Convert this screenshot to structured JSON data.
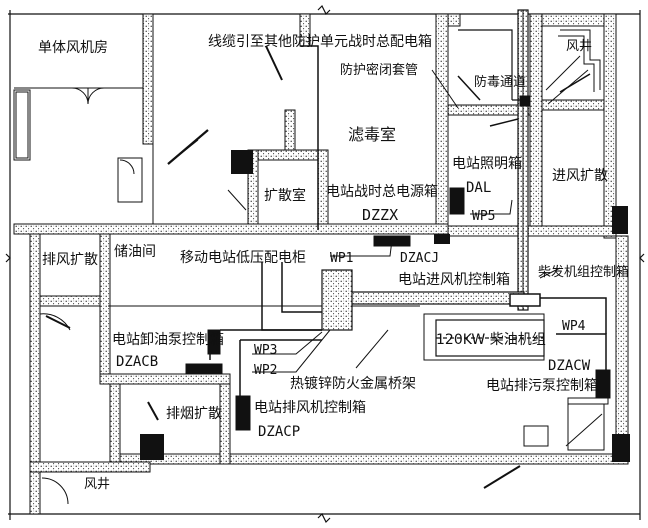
{
  "rooms": {
    "single_fan_room": "单体风机房",
    "filter_room": "滤毒室",
    "diffusion_room": "扩散室",
    "protective_passage": "防毒通道",
    "air_shaft_top": "风井",
    "air_shaft_bottom": "风井",
    "intake_diffusion": "进风扩散",
    "exhaust_diffusion": "排风扩散",
    "oil_storage": "储油间",
    "smoke_diffusion": "排烟扩散"
  },
  "labels": {
    "cable_note": "线缆引至其他防护单元战时总配电箱",
    "sleeve_note": "防护密闭套管",
    "wartime_power_box": "电站战时总电源箱",
    "wartime_power_code": "DZZX",
    "lighting_box": "电站照明箱",
    "lighting_code": "DAL",
    "mobile_lv_cabinet": "移动电站低压配电柜",
    "intake_fan_box": "电站进风机控制箱",
    "intake_fan_code": "DZACJ",
    "diesel_ctrl_box": "柴发机组控制箱",
    "unload_pump_box": "电站卸油泵控制箱",
    "unload_pump_code": "DZACB",
    "generator_label": "120KW 柴油机组",
    "tray_note": "热镀锌防火金属桥架",
    "exhaust_fan_box": "电站排风机控制箱",
    "exhaust_fan_code": "DZACP",
    "sewage_pump_box": "电站排污泵控制箱",
    "sewage_pump_code": "DZACW"
  },
  "circuits": {
    "wp1": "WP1",
    "wp2": "WP2",
    "wp3": "WP3",
    "wp4": "WP4",
    "wp5": "WP5"
  }
}
